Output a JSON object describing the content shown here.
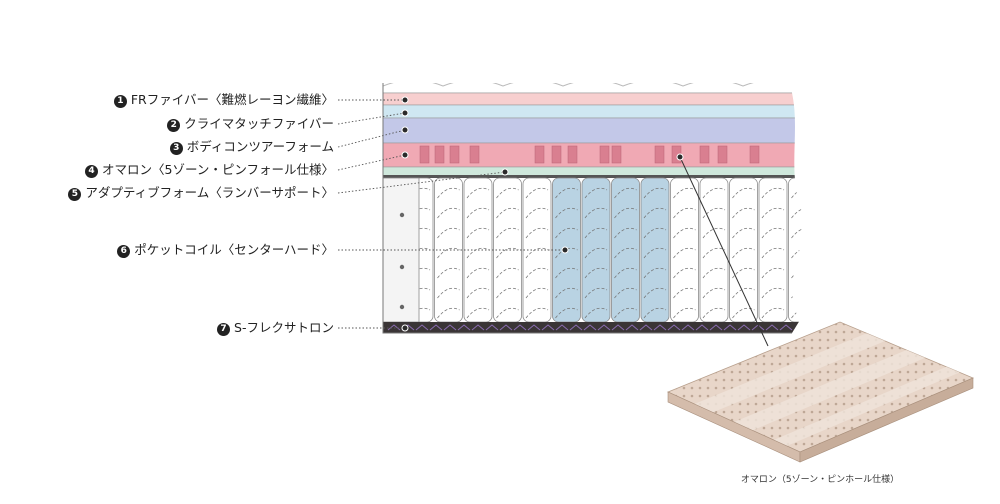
{
  "layers": [
    {
      "num": "1",
      "label": "FRファイバー〈難燃レーヨン繊維〉",
      "color": "#f7cfcf"
    },
    {
      "num": "2",
      "label": "クライマタッチファイバー",
      "color": "#cfe7f2"
    },
    {
      "num": "3",
      "label": "ボディコンツアーフォーム",
      "color": "#c3c8e8"
    },
    {
      "num": "4",
      "label": "オマロン〈5ゾーン・ピンフォール仕様〉",
      "color": "#f0a9b4"
    },
    {
      "num": "5",
      "label": "アダプティブフォーム〈ランバーサポート〉",
      "color": "#cfe8dc"
    },
    {
      "num": "6",
      "label": "ポケットコイル〈センターハード〉",
      "color": "#b9d3e3"
    },
    {
      "num": "7",
      "label": "S-フレクサトロン",
      "color": "#3a3536"
    }
  ],
  "inset_caption": "オマロン（5ゾーン・ピンホール仕様）",
  "colors": {
    "quilt_top": "#ffffff",
    "foam_pad": "#e8d6c9",
    "foam_pad_side": "#d4bcab",
    "coil_light": "#ffffff",
    "coil_center": "#b9d3e3",
    "leader_line": "#555555"
  }
}
